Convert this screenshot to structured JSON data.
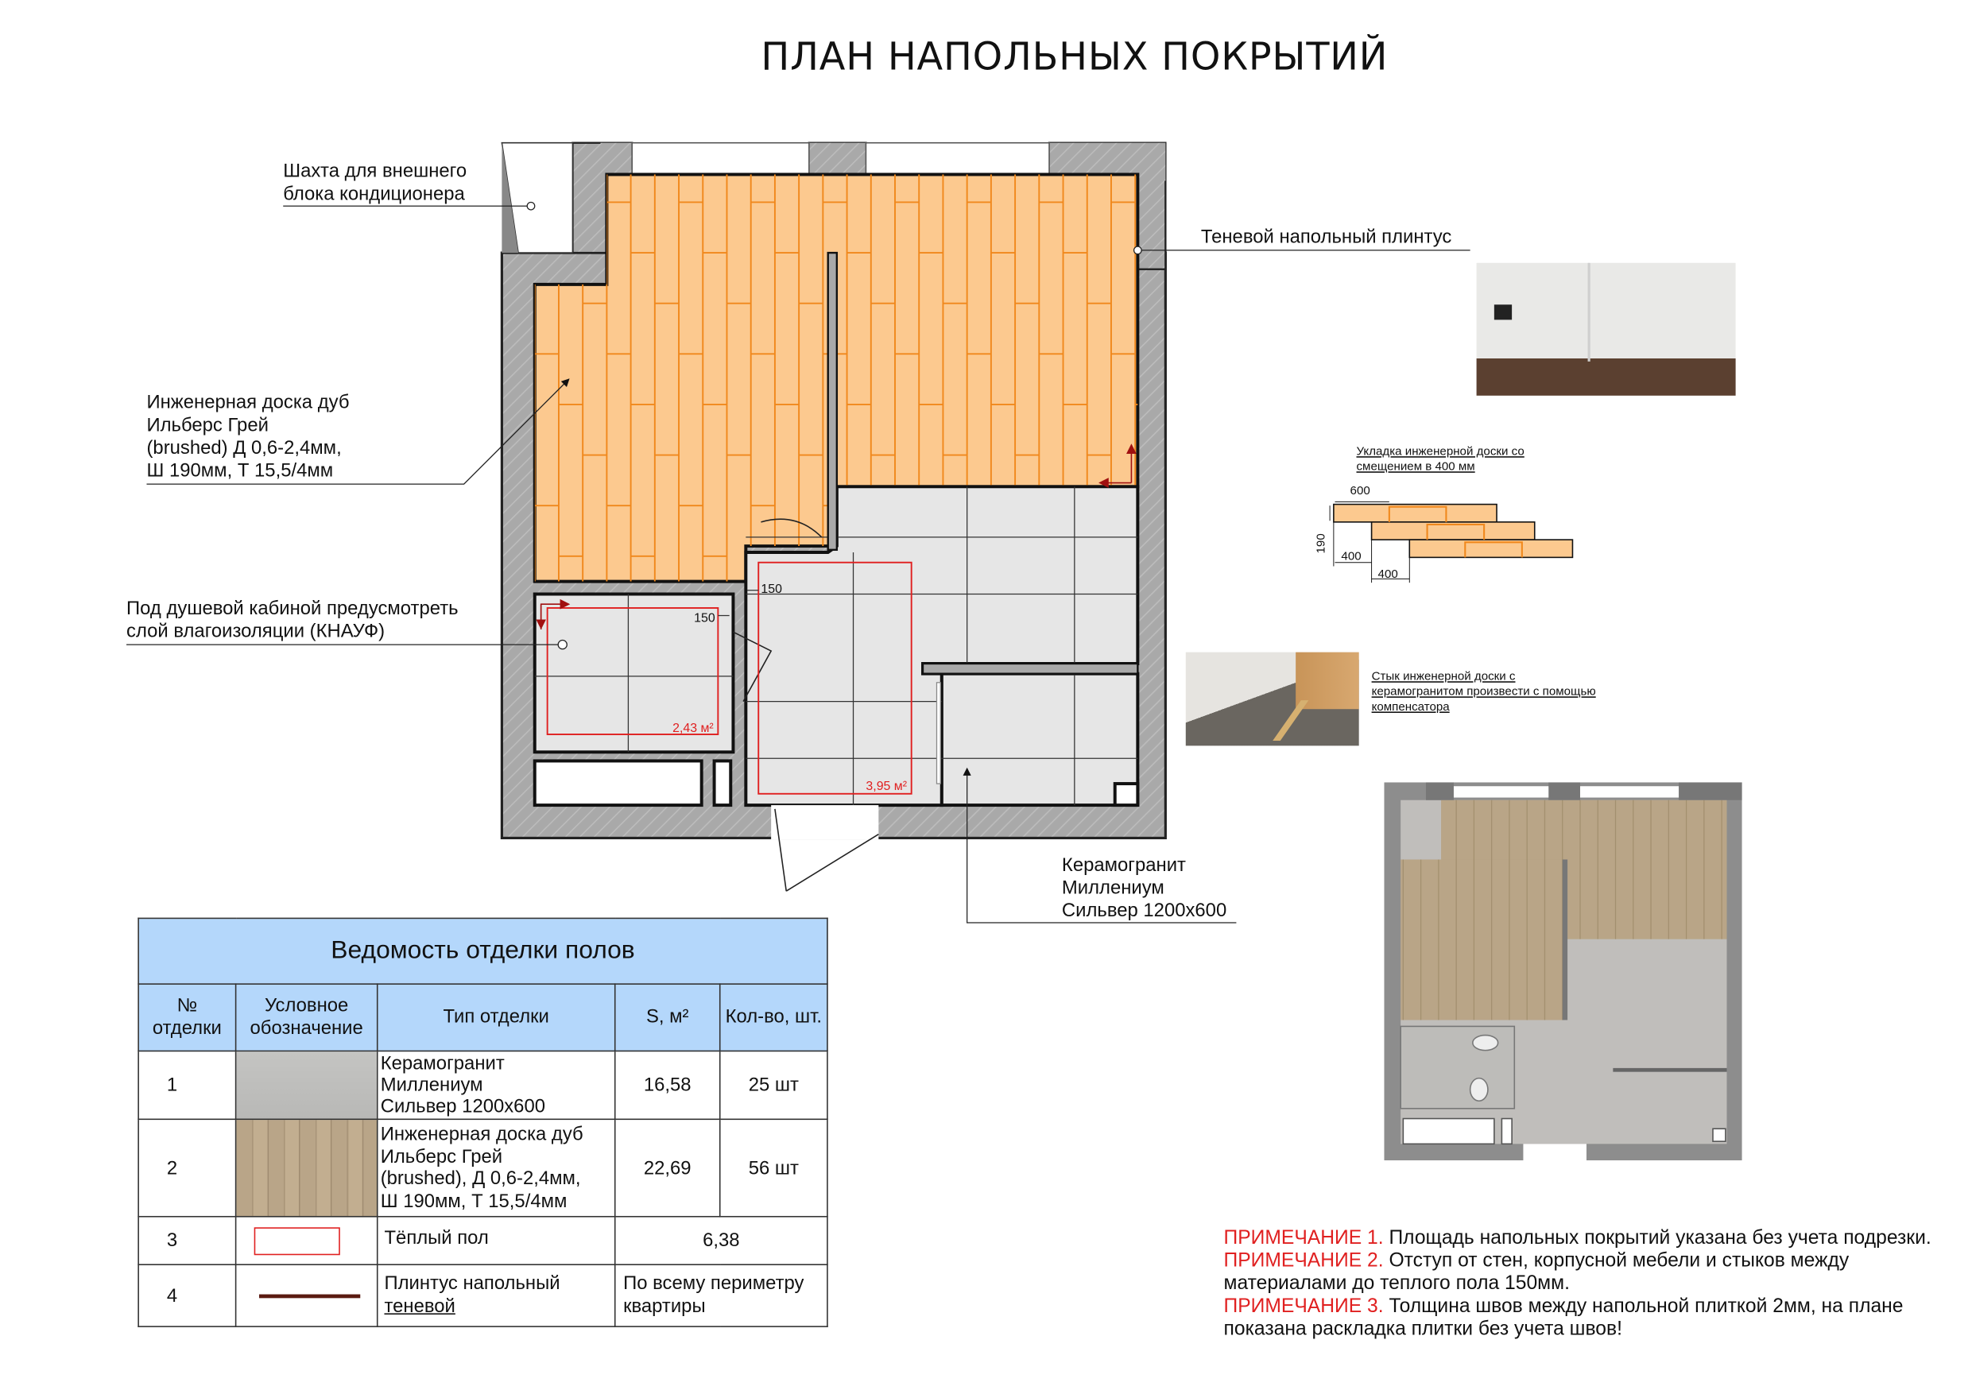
{
  "title": "ПЛАН НАПОЛЬНЫХ ПОКРЫТИЙ",
  "colors": {
    "wood_fill": "#fcc98f",
    "wood_line": "#f0881c",
    "tile_fill": "#e6e6e6",
    "wall": "#a9a9a9",
    "warm_floor": "#e02020",
    "table_header": "#b4d7fb"
  },
  "callouts": {
    "shaft": [
      "Шахта для внешнего",
      "блока кондиционера"
    ],
    "plinth": "Теневой напольный плинтус",
    "wood": [
      "Инженерная доска дуб",
      "Ильберс Грей",
      "(brushed) Д 0,6-2,4мм,",
      "Ш 190мм, Т 15,5/4мм"
    ],
    "shower": [
      "Под душевой кабиной предусмотреть",
      "слой влагоизоляции (КНАУФ)"
    ],
    "tile": [
      "Керамогранит",
      "Миллениум",
      "Сильвер 1200х600"
    ]
  },
  "plan": {
    "offset_a": "150",
    "offset_b": "150",
    "warm_area_1": "2,43 м²",
    "warm_area_2": "3,95 м²"
  },
  "layout_diagram": {
    "caption": [
      "Укладка инженерной доски со",
      "смещением в 400 мм"
    ],
    "dim_length": "600",
    "dim_width": "190",
    "dim_offset_1": "400",
    "dim_offset_2": "400"
  },
  "compensator_caption": [
    "Стык инженерной доски с",
    "керамогранитом произвести с помощью",
    "компенсатора"
  ],
  "table": {
    "title": "Ведомость отделки полов",
    "headers": [
      "№ отделки",
      "Условное обозначение",
      "Тип отделки",
      "S, м²",
      "Кол-во, шт."
    ],
    "rows": [
      {
        "no": "1",
        "type": [
          "Керамогранит",
          "Миллениум",
          "Сильвер 1200х600"
        ],
        "area": "16,58",
        "qty": "25 шт"
      },
      {
        "no": "2",
        "type": [
          "Инженерная доска дуб",
          "Ильберс Грей",
          "(brushed), Д 0,6-2,4мм,",
          "Ш 190мм, Т 15,5/4мм"
        ],
        "area": "22,69",
        "qty": "56 шт"
      },
      {
        "no": "3",
        "type": [
          "Тёплый пол"
        ],
        "area": "6,38"
      },
      {
        "no": "4",
        "type": [
          "Плинтус напольный",
          "теневой"
        ],
        "area": "По всему периметру квартиры"
      }
    ]
  },
  "notes": [
    {
      "label": "ПРИМЕЧАНИЕ 1.",
      "text": " Площадь напольных покрытий указана без учета подрезки."
    },
    {
      "label": "ПРИМЕЧАНИЕ 2.",
      "text": " Отступ от стен, корпусной мебели и стыков между материалами до теплого пола 150мм."
    },
    {
      "label": "ПРИМЕЧАНИЕ 3.",
      "text": " Толщина швов между напольной плиткой 2мм, на плане показана раскладка плитки без учета швов!"
    }
  ]
}
